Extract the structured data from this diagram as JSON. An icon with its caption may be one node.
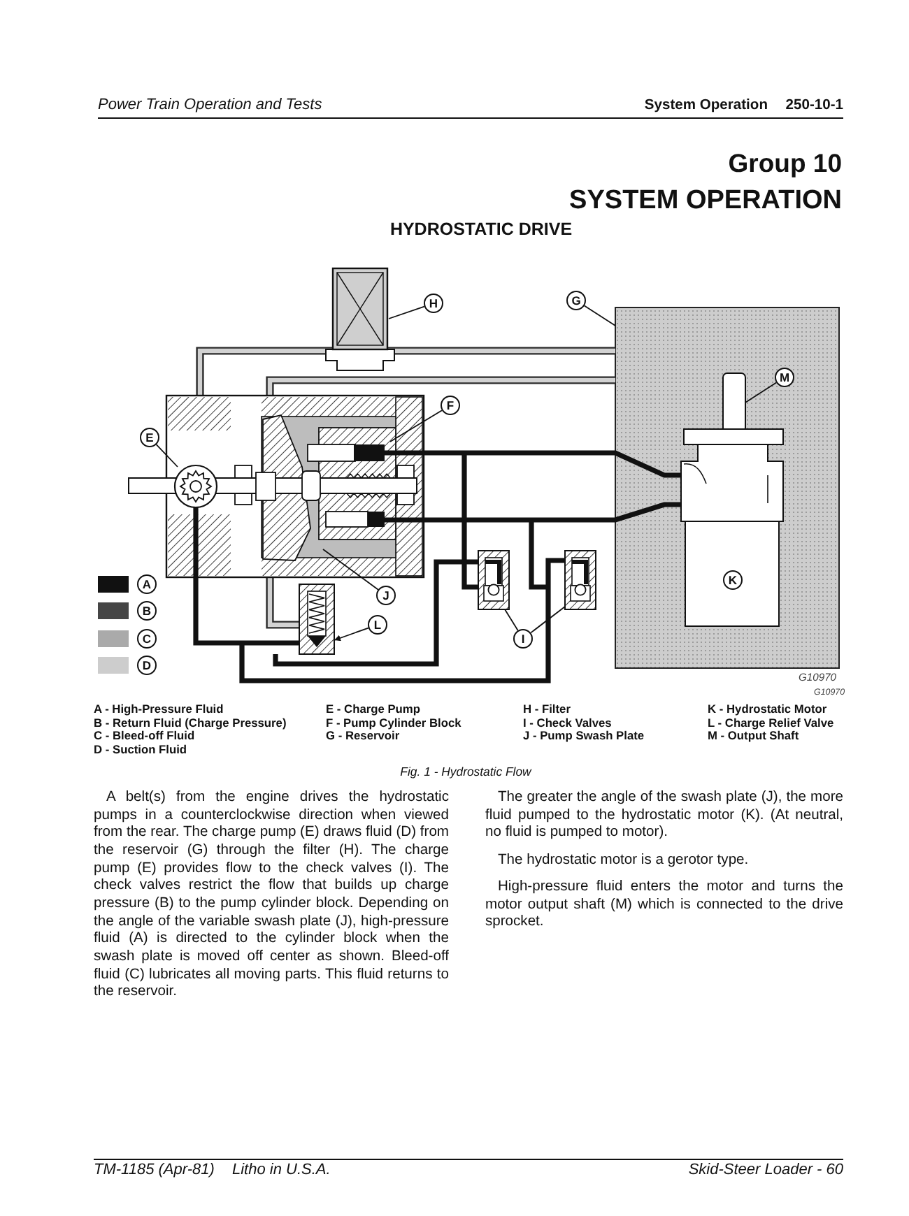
{
  "diagram": {
    "title": "HYDROSTATIC DRIVE",
    "caption": "Fig. 1 - Hydrostatic Flow",
    "nodes": [
      {
        "text": [
          "H"
        ]
      },
      {
        "text": [
          "G"
        ]
      },
      {
        "text": [
          "M"
        ]
      },
      {
        "text": [
          "F"
        ]
      },
      {
        "text": [
          "E"
        ]
      },
      {
        "text": [
          "K"
        ]
      },
      {
        "text": [
          "J"
        ]
      },
      {
        "text": [
          "L"
        ]
      },
      {
        "text": [
          "I"
        ]
      }
    ],
    "edges": [
      {
        "from": 0,
        "to": null,
        "arrow": "none"
      },
      {
        "from": 1,
        "to": null,
        "arrow": "none"
      },
      {
        "from": 2,
        "to": null,
        "arrow": "none"
      },
      {
        "from": 3,
        "to": null,
        "arrow": "none"
      },
      {
        "from": 4,
        "to": null,
        "arrow": "none"
      },
      {
        "from": 6,
        "to": null,
        "arrow": "none"
      },
      {
        "from": 7,
        "to": null,
        "arrow": "to"
      },
      {
        "from": 8,
        "to": null,
        "arrow": "none"
      },
      {
        "from": 8,
        "to": null,
        "arrow": "none"
      }
    ],
    "labels": [
      "Power Train Operation and Tests",
      "System Operation",
      "250-10-1",
      "Group 10",
      "SYSTEM OPERATION",
      "G10970",
      "G10970",
      "A - High-Pressure Fluid",
      "E - Charge Pump",
      "H - Filter",
      "K - Hydrostatic Motor",
      "B - Return Fluid (Charge Pressure)",
      "F - Pump Cylinder Block",
      "I - Check Valves",
      "L - Charge Relief Valve",
      "C - Bleed-off Fluid",
      "G - Reservoir",
      "J - Pump Swash Plate",
      "M - Output Shaft",
      "D - Suction Fluid",
      "A belt(s) from the engine drives the hydrostatic pumps in a counterclockwise direction when viewed from the rear. The charge pump (E) draws fluid (D) from the reservoir (G) through the filter (H). The charge pump (E) provides flow to the check valves (I). The check valves restrict the flow that builds up charge pressure (B) to the pump cylinder block. Depending on the angle of the variable swash plate (J), high-pressure fluid (A) is directed to the cylinder block when the swash plate is moved off center as shown. Bleed-off fluid (C) lubricates all moving parts. This fluid returns to the reservoir.",
      "The greater the angle of the swash plate (J), the more fluid pumped to the hydrostatic motor (K). (At neutral, no fluid is pumped to motor).",
      "The hydrostatic motor is a gerotor type.",
      "High-pressure fluid enters the motor and turns the motor output shaft (M) which is connected to the drive sprocket.",
      "TM-1185 (Apr-81)",
      "Litho in U.S.A.",
      "Skid-Steer Loader - 60"
    ],
    "legend": [
      {
        "text": "A",
        "color": "#111111"
      },
      {
        "text": "B",
        "color": "#454545"
      },
      {
        "text": "C",
        "color": "#aaaaaa"
      },
      {
        "text": "D",
        "color": "#cdcdcd"
      }
    ]
  }
}
